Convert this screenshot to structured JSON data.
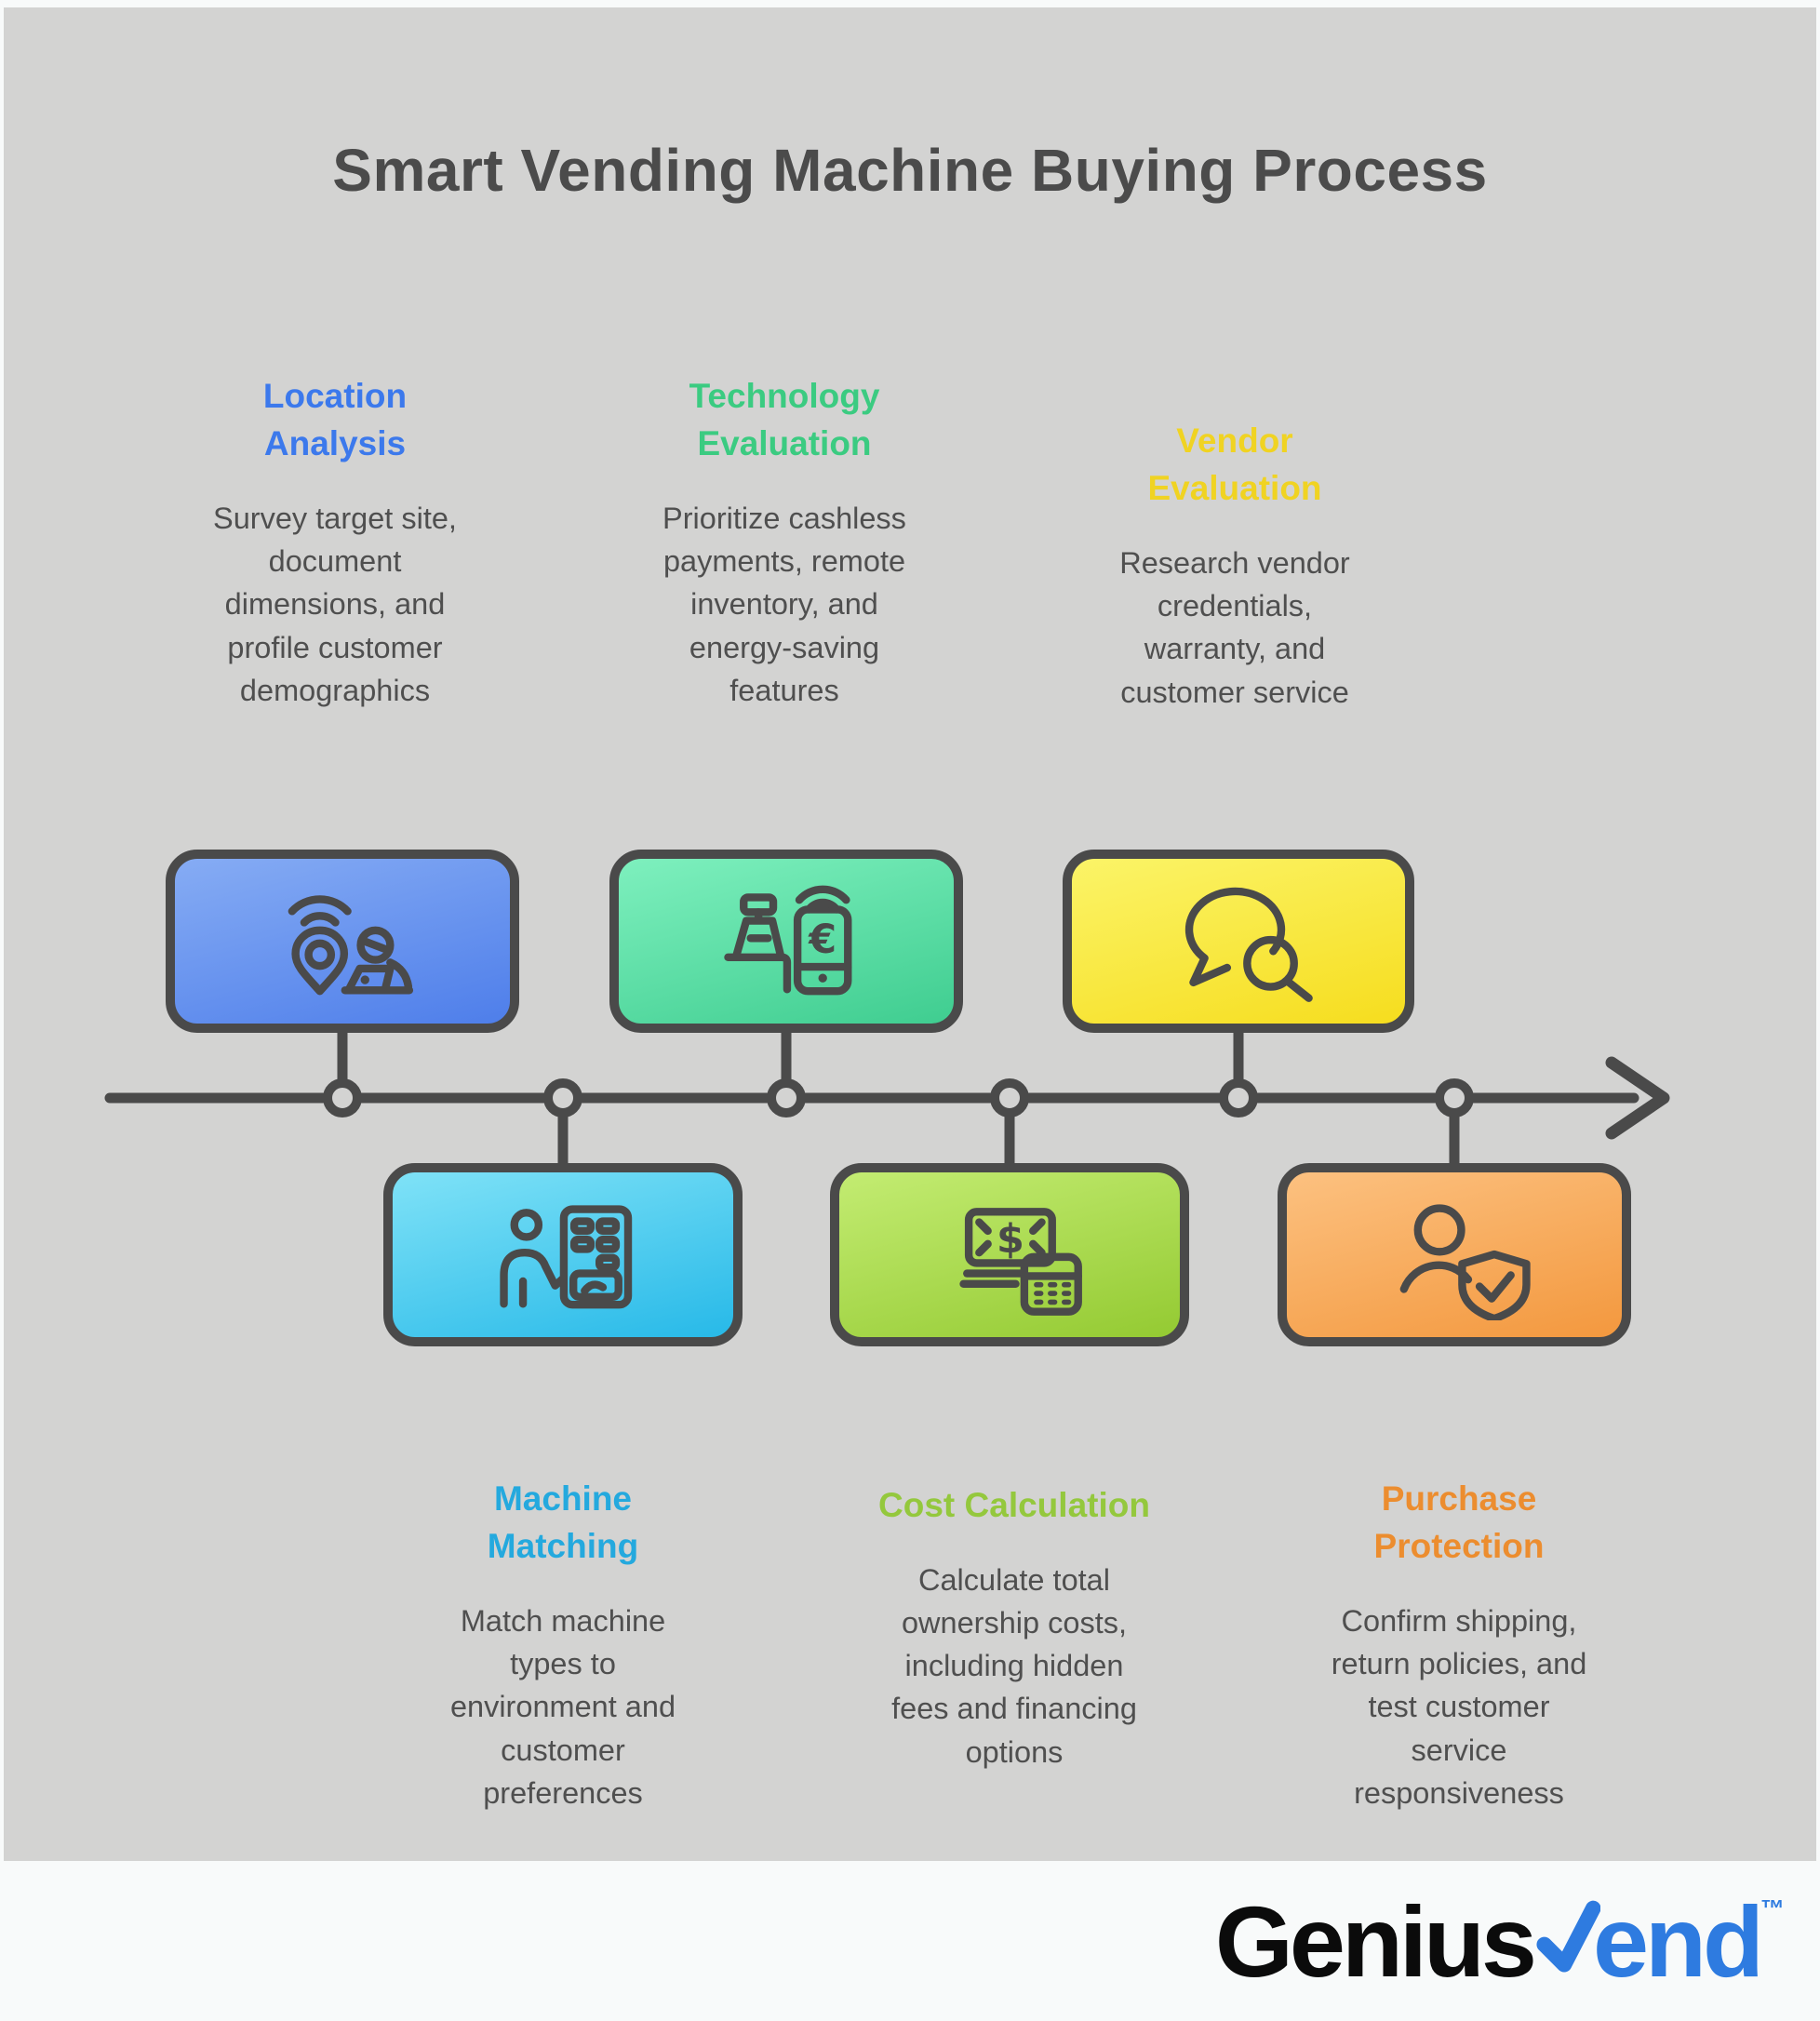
{
  "title": "Smart Vending Machine Buying Process",
  "colors": {
    "canvas_background": "#d3d3d2",
    "edge_background": "#f8fafa",
    "outline_stroke": "#4a4a4a",
    "body_text": "#4f4f4f",
    "title_text": "#4b4b4b"
  },
  "steps": [
    {
      "id": "location-analysis",
      "row": "top",
      "position_on_timeline": 1,
      "title": "Location\nAnalysis",
      "description": "Survey target site,\ndocument\ndimensions, and\nprofile customer\ndemographics",
      "accent": "#3c79ec",
      "gradient_top": "#86acf4",
      "gradient_bottom": "#4e7eea",
      "icon": "location-pin-laptop-icon"
    },
    {
      "id": "machine-matching",
      "row": "bottom",
      "position_on_timeline": 2,
      "title": "Machine\nMatching",
      "description": "Match machine\ntypes to\nenvironment and\ncustomer\npreferences",
      "accent": "#24a9de",
      "gradient_top": "#7fe2f7",
      "gradient_bottom": "#27b9e8",
      "icon": "person-vending-machine-icon"
    },
    {
      "id": "technology-evaluation",
      "row": "top",
      "position_on_timeline": 3,
      "title": "Technology\nEvaluation",
      "description": "Prioritize cashless\npayments, remote\ninventory, and\nenergy-saving\nfeatures",
      "accent": "#3bcb81",
      "gradient_top": "#7ef0be",
      "gradient_bottom": "#3fcd90",
      "icon": "payment-terminal-phone-icon",
      "currency_symbol": "€"
    },
    {
      "id": "cost-calculation",
      "row": "bottom",
      "position_on_timeline": 4,
      "title": "Cost Calculation",
      "description": "Calculate total\nownership costs,\nincluding hidden\nfees and financing\noptions",
      "accent": "#94c83d",
      "gradient_top": "#c3ec72",
      "gradient_bottom": "#94ca32",
      "icon": "banknote-calculator-icon",
      "currency_symbol": "$"
    },
    {
      "id": "vendor-evaluation",
      "row": "top",
      "position_on_timeline": 5,
      "title": "Vendor\nEvaluation",
      "description": "Research vendor\ncredentials,\nwarranty, and\ncustomer service",
      "accent": "#f0d322",
      "gradient_top": "#fbf468",
      "gradient_bottom": "#f6dd1e",
      "icon": "chat-bubble-search-icon"
    },
    {
      "id": "purchase-protection",
      "row": "bottom",
      "position_on_timeline": 6,
      "title": "Purchase\nProtection",
      "description": "Confirm shipping,\nreturn policies, and\ntest customer\nservice\nresponsiveness",
      "accent": "#ec8d2f",
      "gradient_top": "#fcc180",
      "gradient_bottom": "#f3983e",
      "icon": "person-shield-check-icon"
    }
  ],
  "timeline": {
    "direction": "left-to-right",
    "node_count": 6,
    "arrow": "right-chevron"
  },
  "logo": {
    "prefix": "Genius",
    "suffix": "end",
    "trademark": "™",
    "check_icon": "check-icon",
    "prefix_color": "#0b0b0b",
    "accent_color": "#2e7be0"
  }
}
